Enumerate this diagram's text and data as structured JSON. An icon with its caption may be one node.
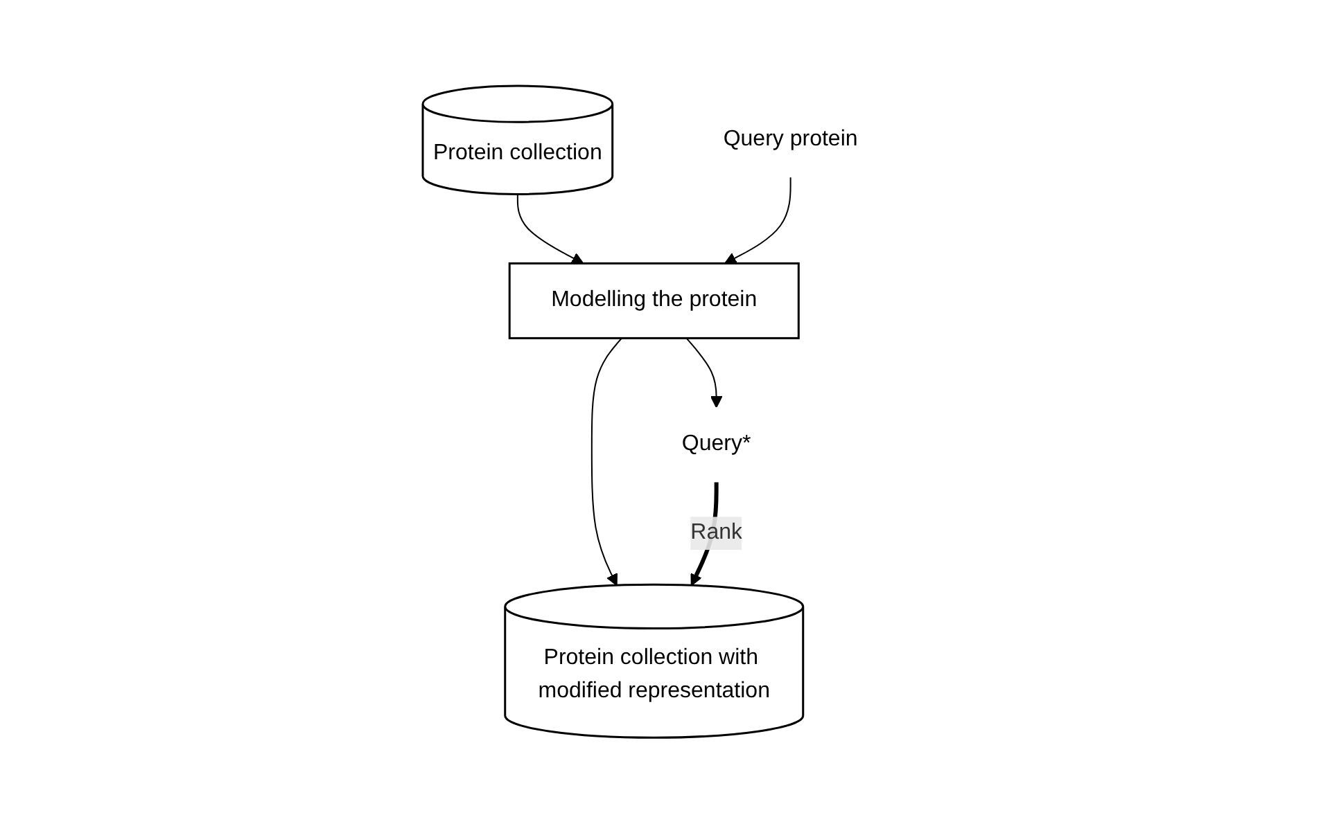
{
  "diagram": {
    "nodes": [
      {
        "text": [
          "Protein collection"
        ]
      },
      {
        "text": [
          "Query protein"
        ]
      },
      {
        "text": [
          "Modelling the protein"
        ]
      },
      {
        "text": [
          "Protein collection with modified representation"
        ]
      },
      {
        "text": [
          "Query*"
        ]
      }
    ],
    "edges": [
      {
        "from": 0,
        "to": 2,
        "arrow": "to"
      },
      {
        "from": 1,
        "to": 2,
        "arrow": "to"
      },
      {
        "from": 2,
        "to": 3,
        "arrow": "to"
      },
      {
        "from": 2,
        "to": 4,
        "arrow": "to"
      },
      {
        "from": 4,
        "to": 3,
        "arrow": "to",
        "label": "Rank",
        "style": "thick"
      }
    ]
  }
}
